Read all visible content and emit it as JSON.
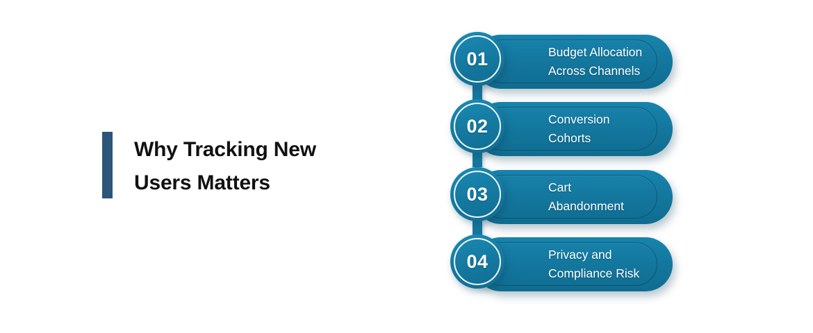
{
  "background_color": "#ffffff",
  "heading": {
    "accent_bar_color": "#2c5578",
    "title": "Why Tracking New\nUsers Matters"
  },
  "steps": {
    "pill_color": "#14779f",
    "number_color": "#ffffff",
    "label_color": "#ffffff",
    "ring_color": "#f2f8fa",
    "items": [
      {
        "number": "01",
        "label": "Budget Allocation\nAcross Channels"
      },
      {
        "number": "02",
        "label": "Conversion\nCohorts"
      },
      {
        "number": "03",
        "label": "Cart\nAbandonment"
      },
      {
        "number": "04",
        "label": "Privacy and\nCompliance Risk"
      }
    ]
  }
}
